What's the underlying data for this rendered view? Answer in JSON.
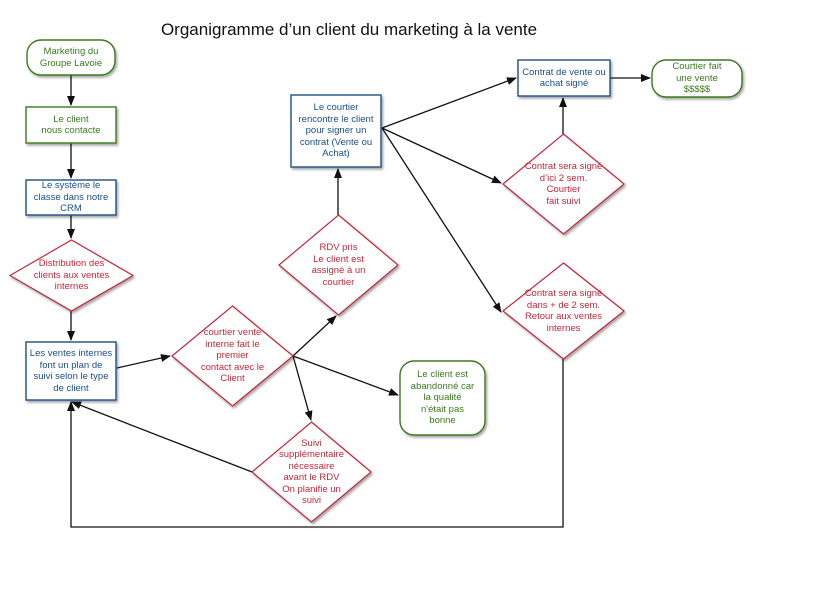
{
  "title": "Organigramme d’un client du marketing à la vente",
  "colors": {
    "green": "#3a7a1f",
    "blue": "#1a4f86",
    "red": "#c0283a",
    "edge": "#111111"
  },
  "nodes": [
    {
      "id": "start",
      "shape": "terminal",
      "color": "green",
      "text": "Marketing du\nGroupe Lavoie"
    },
    {
      "id": "contact",
      "shape": "process",
      "color": "green",
      "text": "Le client\nnous contacte"
    },
    {
      "id": "crm",
      "shape": "process",
      "color": "blue",
      "text": "Le système le\nclasse dans notre\nCRM"
    },
    {
      "id": "distribution",
      "shape": "decision",
      "color": "red",
      "text": "Distribution des\nclients aux ventes\ninternes"
    },
    {
      "id": "plan",
      "shape": "process",
      "color": "blue",
      "text": "Les ventes internes\nfont un plan de\nsuivi selon le type\nde client"
    },
    {
      "id": "first_contact",
      "shape": "decision",
      "color": "red",
      "text": "courtier vente\ninterne fait le\npremier\ncontact avec le\nClient"
    },
    {
      "id": "rdv",
      "shape": "decision",
      "color": "red",
      "text": "RDV pris\nLe client est\nassigné à un\ncourtier"
    },
    {
      "id": "meeting",
      "shape": "process",
      "color": "blue",
      "text": "Le courtier\nrencontre le client\npour signer un\ncontrat (Vente ou\nAchat)"
    },
    {
      "id": "signed",
      "shape": "process",
      "color": "blue",
      "text": "Contrat de vente ou\nachat signé"
    },
    {
      "id": "sale",
      "shape": "terminal",
      "color": "green",
      "text": "Courtier fait\nune vente\n$$$$$"
    },
    {
      "id": "two_weeks",
      "shape": "decision",
      "color": "red",
      "text": "Contrat sera signé\nd’ici 2 sem.\nCourtier\nfait suivi"
    },
    {
      "id": "more_weeks",
      "shape": "decision",
      "color": "red",
      "text": "Contrat sera signé\ndans + de 2 sem.\nRetour aux ventes\ninternes"
    },
    {
      "id": "abandon",
      "shape": "terminal",
      "color": "green",
      "text": "Le client est\nabandonné car\nla qualité\nn'était pas\nbonne"
    },
    {
      "id": "followup",
      "shape": "decision",
      "color": "red",
      "text": "Suivi\nsupplémentaire\nnécessaire\navant le RDV\nOn planifie un\nsuivi"
    }
  ],
  "edges": [
    {
      "from": "start",
      "to": "contact"
    },
    {
      "from": "contact",
      "to": "crm"
    },
    {
      "from": "crm",
      "to": "distribution"
    },
    {
      "from": "distribution",
      "to": "plan"
    },
    {
      "from": "plan",
      "to": "first_contact"
    },
    {
      "from": "first_contact",
      "to": "rdv"
    },
    {
      "from": "first_contact",
      "to": "abandon"
    },
    {
      "from": "first_contact",
      "to": "followup"
    },
    {
      "from": "followup",
      "to": "plan"
    },
    {
      "from": "rdv",
      "to": "meeting"
    },
    {
      "from": "meeting",
      "to": "signed"
    },
    {
      "from": "meeting",
      "to": "two_weeks"
    },
    {
      "from": "meeting",
      "to": "more_weeks"
    },
    {
      "from": "two_weeks",
      "to": "signed"
    },
    {
      "from": "signed",
      "to": "sale"
    },
    {
      "from": "more_weeks",
      "to": "plan"
    }
  ]
}
